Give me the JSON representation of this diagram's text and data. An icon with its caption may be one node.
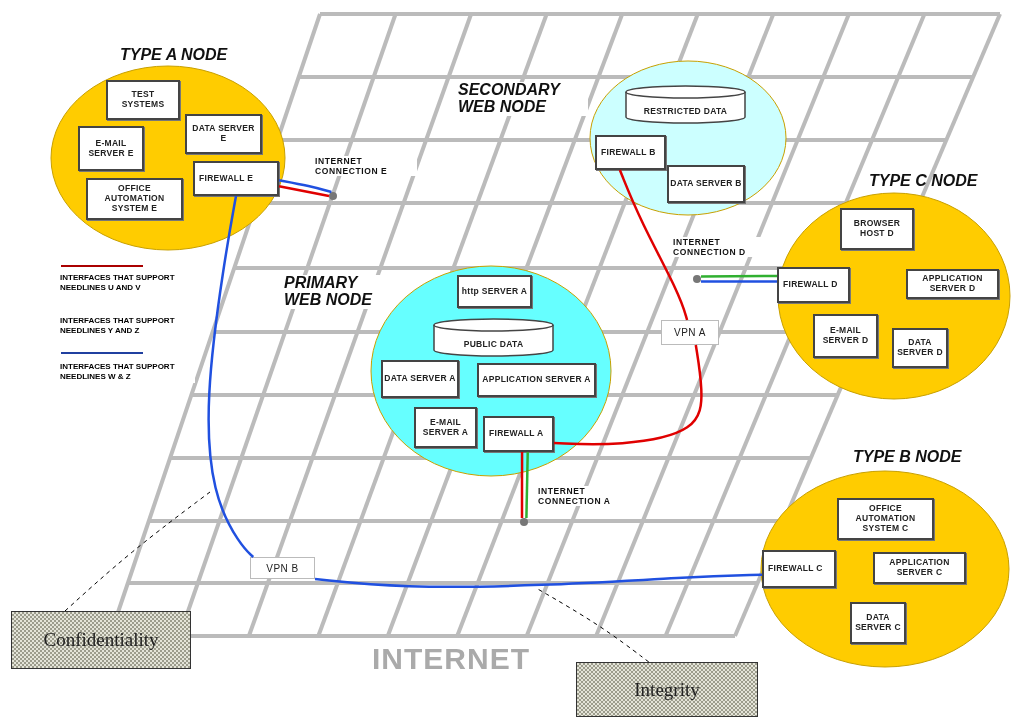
{
  "diagram": {
    "nodes": [
      {
        "text": [
          "TYPE A NODE"
        ]
      },
      {
        "text": [
          "TEST SYSTEMS"
        ],
        "in": 0
      },
      {
        "text": [
          "E-MAIL SERVER E"
        ],
        "in": 0
      },
      {
        "text": [
          "DATA SERVER E"
        ],
        "in": 0
      },
      {
        "text": [
          "FIREWALL E"
        ],
        "in": 0
      },
      {
        "text": [
          "OFFICE AUTOMATION SYSTEM E"
        ],
        "in": 0
      },
      {
        "text": [
          "SECONDARY WEB NODE"
        ]
      },
      {
        "text": [
          "RESTRICTED DATA"
        ],
        "in": 6
      },
      {
        "text": [
          "FIREWALL B"
        ],
        "in": 6
      },
      {
        "text": [
          "DATA SERVER B"
        ],
        "in": 6
      },
      {
        "text": [
          "TYPE C NODE"
        ]
      },
      {
        "text": [
          "BROWSER HOST D"
        ],
        "in": 10
      },
      {
        "text": [
          "FIREWALL D"
        ],
        "in": 10
      },
      {
        "text": [
          "APPLICATION SERVER D"
        ],
        "in": 10
      },
      {
        "text": [
          "E-MAIL SERVER D"
        ],
        "in": 10
      },
      {
        "text": [
          "DATA SERVER D"
        ],
        "in": 10
      },
      {
        "text": [
          "PRIMARY WEB NODE"
        ]
      },
      {
        "text": [
          "http SERVER A"
        ],
        "in": 16
      },
      {
        "text": [
          "PUBLIC DATA"
        ],
        "in": 16
      },
      {
        "text": [
          "DATA SERVER A"
        ],
        "in": 16
      },
      {
        "text": [
          "APPLICATION SERVER A"
        ],
        "in": 16
      },
      {
        "text": [
          "E-MAIL SERVER A"
        ],
        "in": 16
      },
      {
        "text": [
          "FIREWALL A"
        ],
        "in": 16
      },
      {
        "text": [
          "TYPE B NODE"
        ]
      },
      {
        "text": [
          "OFFICE AUTOMATION SYSTEM C"
        ],
        "in": 23
      },
      {
        "text": [
          "FIREWALL C"
        ],
        "in": 23
      },
      {
        "text": [
          "APPLICATION SERVER C"
        ],
        "in": 23
      },
      {
        "text": [
          "DATA SERVER C"
        ],
        "in": 23
      },
      {
        "text": [],
        "shape": "circle",
        "beside": [
          "INTERNET CONNECTION E"
        ]
      },
      {
        "text": [],
        "shape": "circle",
        "beside": [
          "INTERNET CONNECTION D"
        ]
      },
      {
        "text": [],
        "shape": "circle",
        "beside": [
          "INTERNET CONNECTION A"
        ]
      },
      {
        "text": [
          "VPN A"
        ]
      },
      {
        "text": [
          "VPN B"
        ]
      },
      {
        "text": [
          "Confidentiality"
        ]
      },
      {
        "text": [
          "Integrity"
        ]
      }
    ],
    "edges": [
      {
        "from": 4,
        "to": 28,
        "arrow": "none",
        "color": "#e00000"
      },
      {
        "from": 4,
        "to": 28,
        "arrow": "none",
        "color": "#2050e0"
      },
      {
        "from": 12,
        "to": 29,
        "arrow": "none",
        "color": "#30b030"
      },
      {
        "from": 12,
        "to": 29,
        "arrow": "none",
        "color": "#2050e0"
      },
      {
        "from": 22,
        "to": 30,
        "arrow": "none",
        "color": "#e00000"
      },
      {
        "from": 22,
        "to": 30,
        "arrow": "none",
        "color": "#30b030"
      },
      {
        "from": 8,
        "to": 31,
        "arrow": "none",
        "color": "#e00000"
      },
      {
        "from": 31,
        "to": 22,
        "arrow": "none",
        "color": "#e00000"
      },
      {
        "from": 4,
        "to": 32,
        "arrow": "none",
        "color": "#2050e0"
      },
      {
        "from": 32,
        "to": 25,
        "arrow": "none",
        "color": "#2050e0"
      },
      {
        "from": 33,
        "to": null,
        "arrow": "none",
        "style": "dashed",
        "color": "#000000"
      },
      {
        "from": 34,
        "to": null,
        "arrow": "none",
        "style": "dashed",
        "color": "#000000"
      }
    ],
    "labels": [
      "INTERNET"
    ],
    "legend": [
      {
        "text": "INTERFACES THAT SUPPORT NEEDLINES U AND V"
      },
      {
        "text": "INTERFACES THAT SUPPORT NEEDLINES Y AND Z"
      },
      {
        "text": "INTERFACES THAT SUPPORT NEEDLINES W & Z"
      }
    ]
  }
}
